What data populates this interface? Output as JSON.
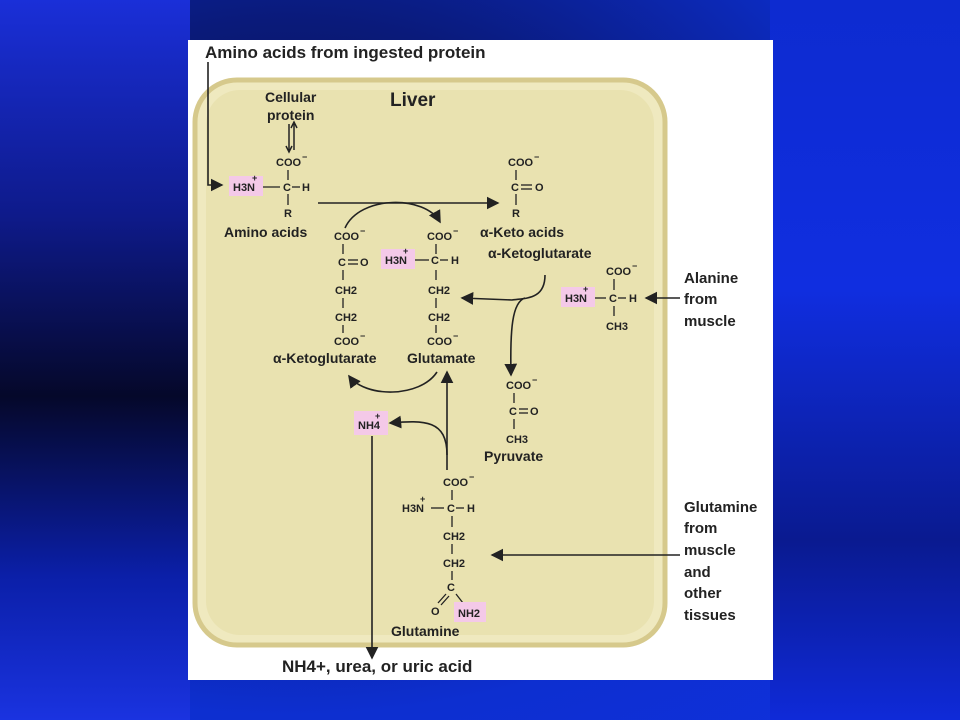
{
  "title": "Amino acids from ingested protein",
  "compartment": "Liver",
  "cellular_protein": [
    "Cellular",
    "protein"
  ],
  "amino_acids_label": "Amino acids",
  "keto_acids_label": "α-Keto acids",
  "akg_label_top": "α-Ketoglutarate",
  "akg_label_left": "α-Ketoglutarate",
  "glutamate_label": "Glutamate",
  "pyruvate_label": "Pyruvate",
  "glutamine_label": "Glutamine",
  "alanine_source": [
    "Alanine",
    "from",
    "muscle"
  ],
  "glutamine_source": [
    "Glutamine",
    "from",
    "muscle",
    "and",
    "other",
    "tissues"
  ],
  "bottom_label": "NH4+, urea, or uric acid",
  "formula": {
    "coo": "COO",
    "h3n": "H3N",
    "c": "C",
    "h": "H",
    "r": "R",
    "o": "O",
    "ch2": "CH2",
    "ch3": "CH3",
    "nh4": "NH4",
    "nh2": "NH2"
  },
  "colors": {
    "cell_fill": "#e9e2b0",
    "cell_border": "#d9c98a",
    "highlight": "#f4c9e8"
  }
}
